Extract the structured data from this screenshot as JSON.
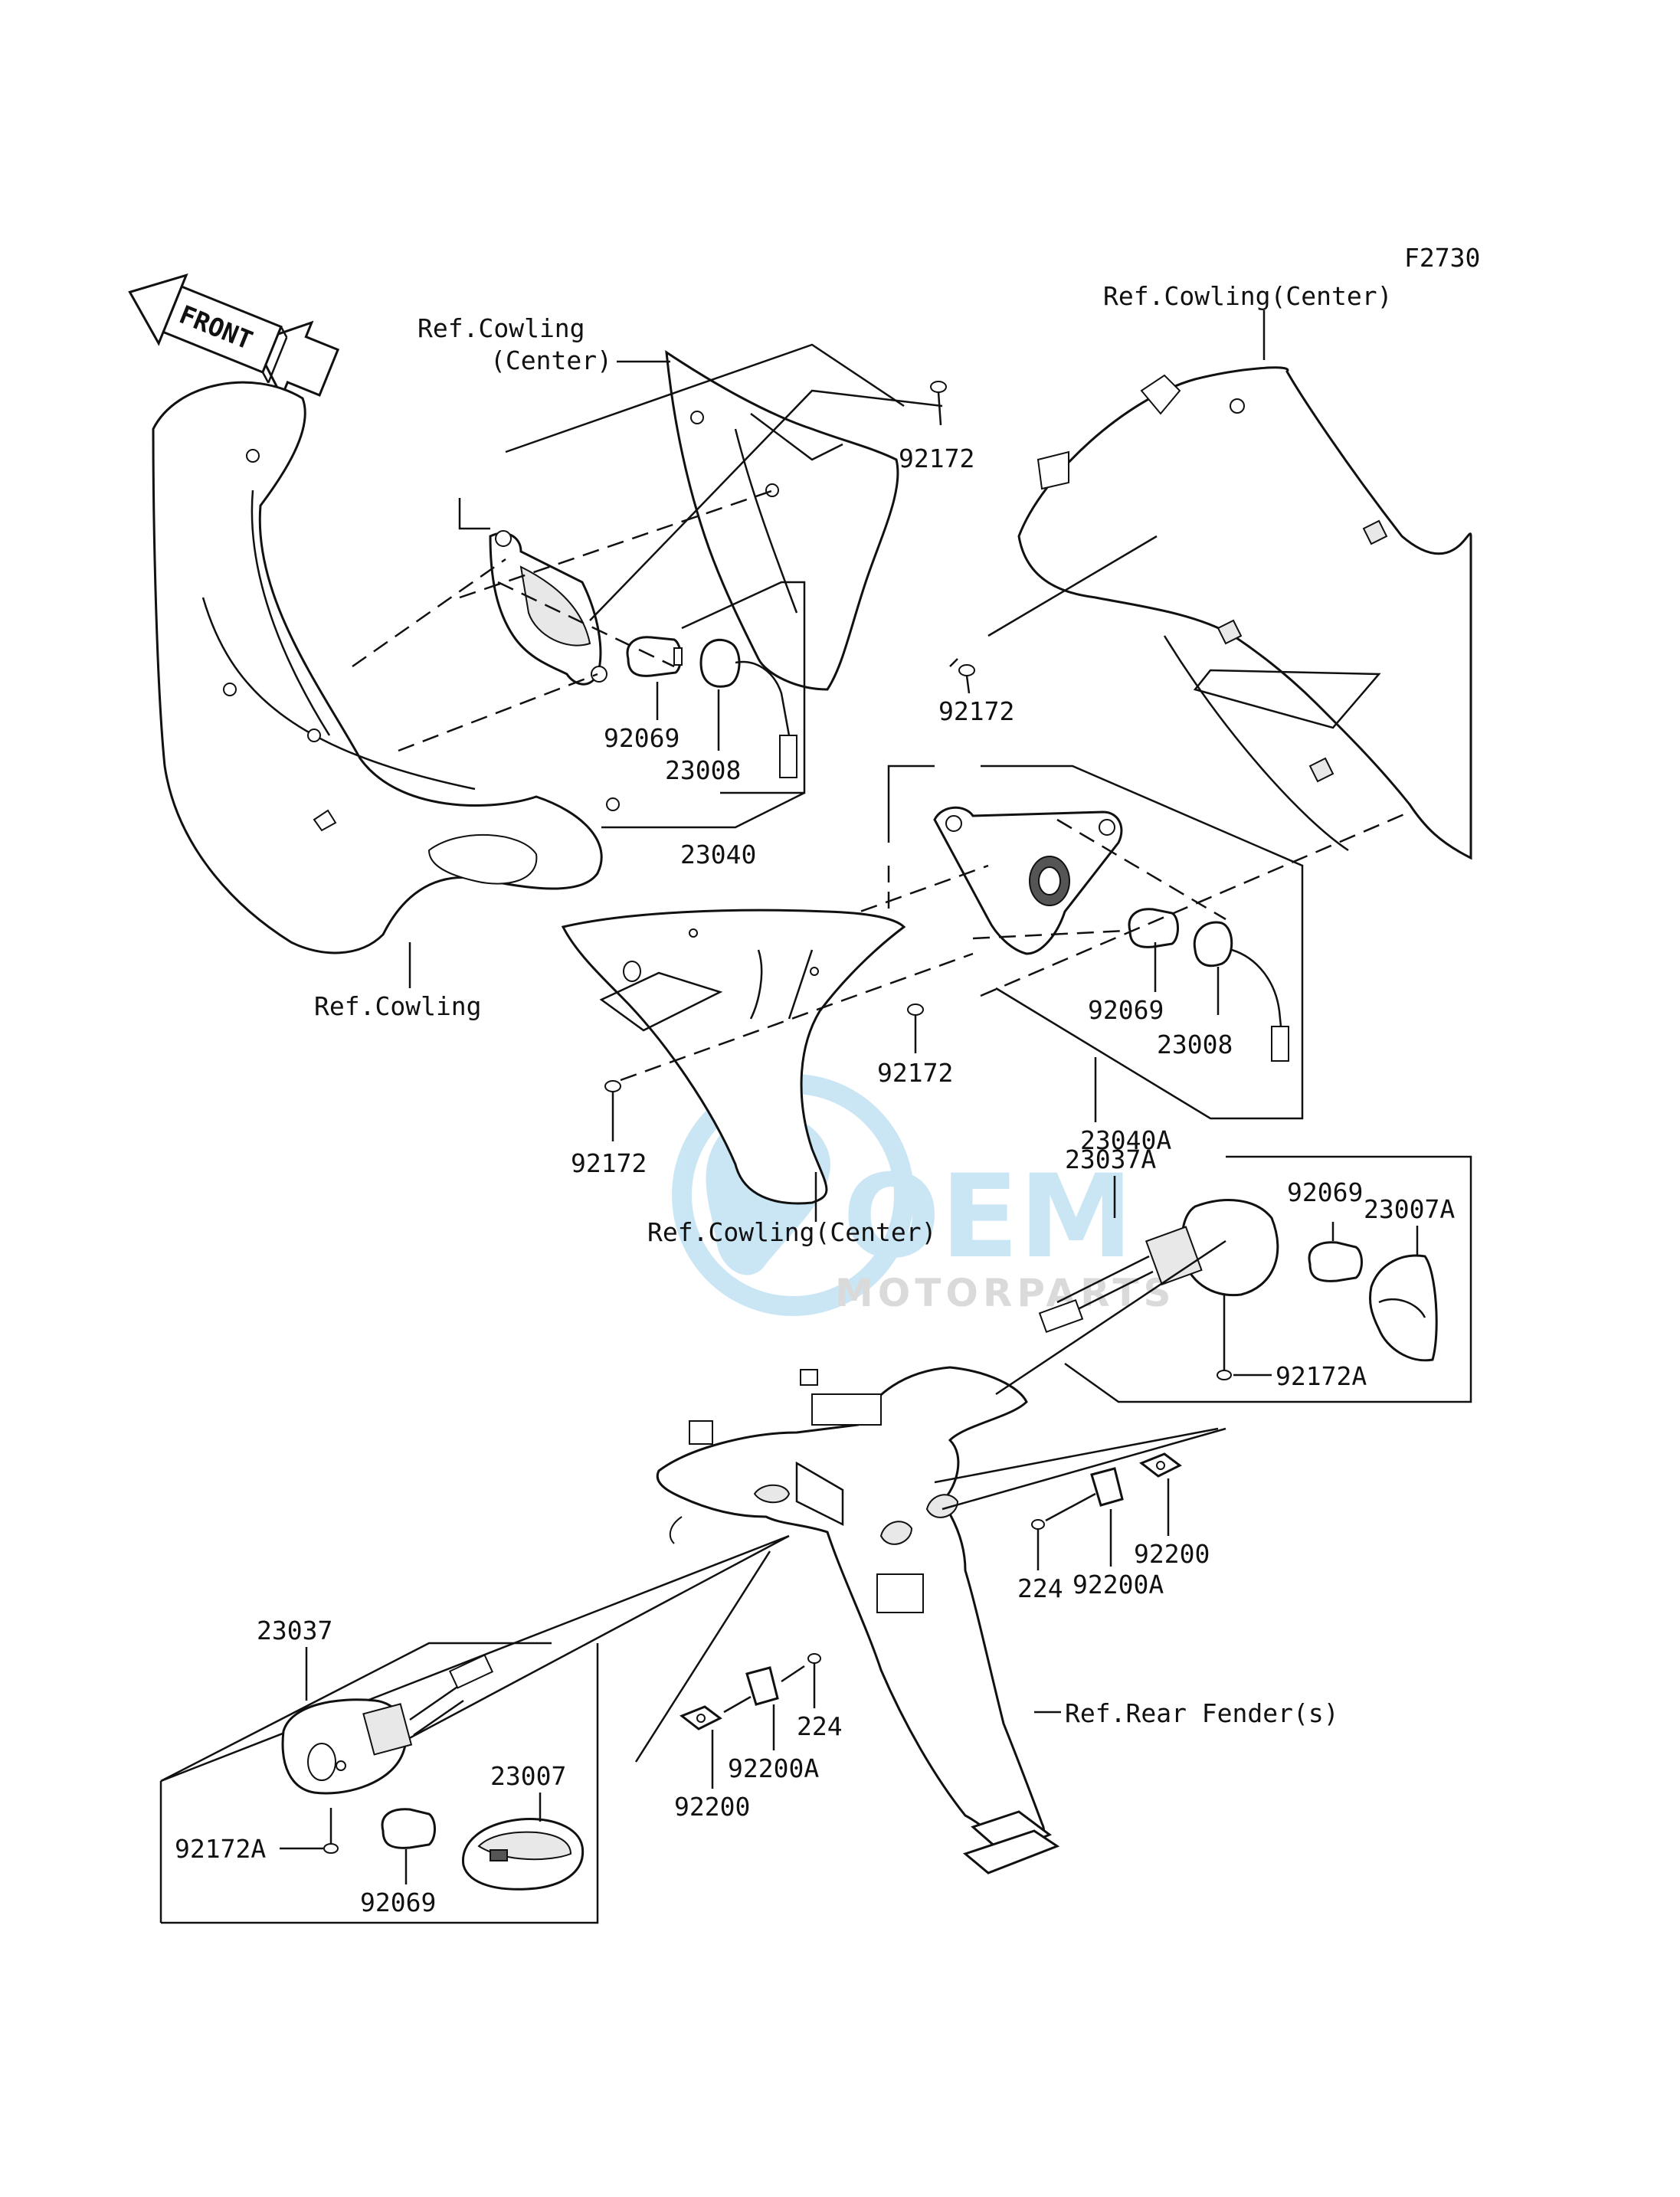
{
  "figure_code": "F2730",
  "front_arrow": "FRONT",
  "watermark": {
    "brand": "OEM",
    "sub": "MOTORPARTS"
  },
  "refs": {
    "cowling_center_upper_l1": "Ref.Cowling",
    "cowling_center_upper_l2": "(Center)",
    "cowling_center_right": "Ref.Cowling(Center)",
    "cowling": "Ref.Cowling",
    "cowling_center_lower": "Ref.Cowling(Center)",
    "rear_fender": "Ref.Rear Fender(s)"
  },
  "parts": {
    "p92172_a": "92172",
    "p92172_b": "92172",
    "p92172_c": "92172",
    "p92172_d": "92172",
    "p92069_a": "92069",
    "p92069_b": "92069",
    "p92069_c": "92069",
    "p92069_d": "92069",
    "p23008_a": "23008",
    "p23008_b": "23008",
    "p23040": "23040",
    "p23040A": "23040A",
    "p23037A": "23037A",
    "p23007A": "23007A",
    "p92172A_a": "92172A",
    "p92172A_b": "92172A",
    "p92200_a": "92200",
    "p92200_b": "92200",
    "p92200A_a": "92200A",
    "p92200A_b": "92200A",
    "p224_a": "224",
    "p224_b": "224",
    "p23037": "23037",
    "p23007": "23007"
  },
  "colors": {
    "line": "#111111",
    "watermark_blue": "#9fd3ee",
    "watermark_grey": "#bdbdbd"
  }
}
